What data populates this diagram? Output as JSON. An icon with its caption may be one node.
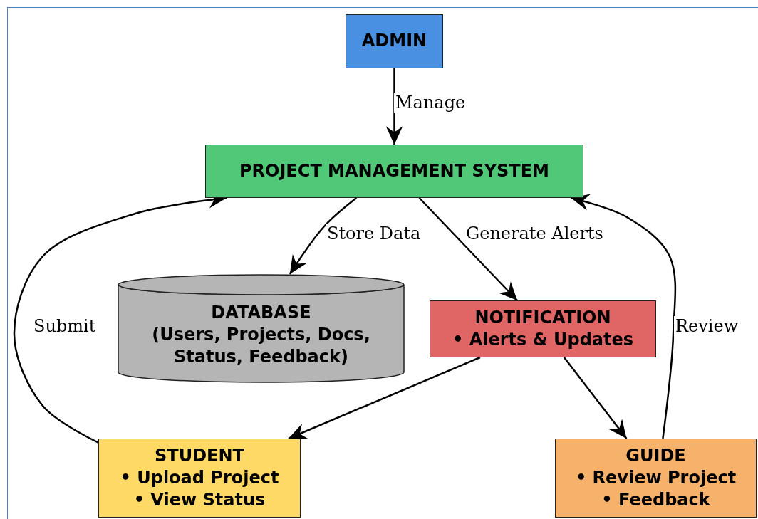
{
  "diagram": {
    "nodes": [
      {
        "text": [
          "ADMIN"
        ]
      },
      {
        "text": [
          "PROJECT MANAGEMENT SYSTEM"
        ]
      },
      {
        "text": [
          "DATABASE",
          "(Users, Projects, Docs, Status, Feedback)"
        ]
      },
      {
        "text": [
          "NOTIFICATION",
          "• Alerts & Updates"
        ]
      },
      {
        "text": [
          "STUDENT",
          "• Upload Project",
          "• View Status"
        ]
      },
      {
        "text": [
          "GUIDE",
          "• Review Project",
          "• Feedback"
        ]
      }
    ],
    "edges": [
      {
        "from": 0,
        "to": 1,
        "arrow": "to",
        "label": "Manage"
      },
      {
        "from": 1,
        "to": 2,
        "arrow": "to",
        "label": "Store Data"
      },
      {
        "from": 1,
        "to": 3,
        "arrow": "to",
        "label": "Generate Alerts"
      },
      {
        "from": 3,
        "to": 4,
        "arrow": "to"
      },
      {
        "from": 3,
        "to": 5,
        "arrow": "to"
      },
      {
        "from": 4,
        "to": 1,
        "arrow": "to",
        "label": "Submit"
      },
      {
        "from": 5,
        "to": 1,
        "arrow": "to",
        "label": "Review"
      }
    ]
  }
}
